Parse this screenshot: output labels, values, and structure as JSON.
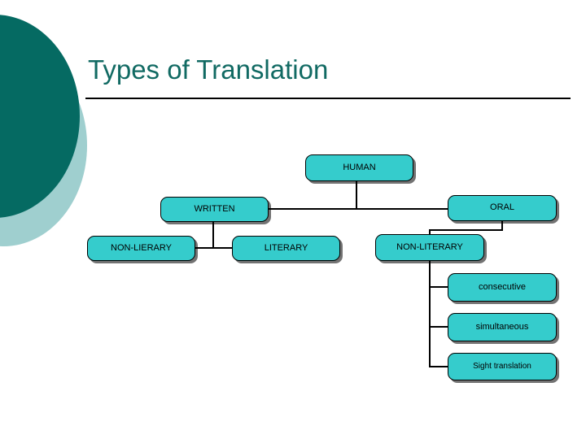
{
  "slide": {
    "title": "Types of Translation",
    "background_color": "#ffffff",
    "title_color": "#116A63"
  },
  "decoration": {
    "dark_circle_color": "#056A62",
    "light_circle_color": "#9FCFCF",
    "dark_circle_name": "dark-teal-circle",
    "light_circle_name": "light-teal-circle"
  },
  "diagram": {
    "type": "tree",
    "node_fill": "#35CCCC",
    "node_border": "#000000",
    "connector_color": "#000000",
    "nodes": {
      "human": "HUMAN",
      "written": "WRITTEN",
      "oral": "ORAL",
      "non_lierary": "NON-LIERARY",
      "literary": "LITERARY",
      "non_literary": "NON-LITERARY",
      "consecutive": "consecutive",
      "simultaneous": "simultaneous",
      "sight_translation": "Sight translation"
    }
  }
}
